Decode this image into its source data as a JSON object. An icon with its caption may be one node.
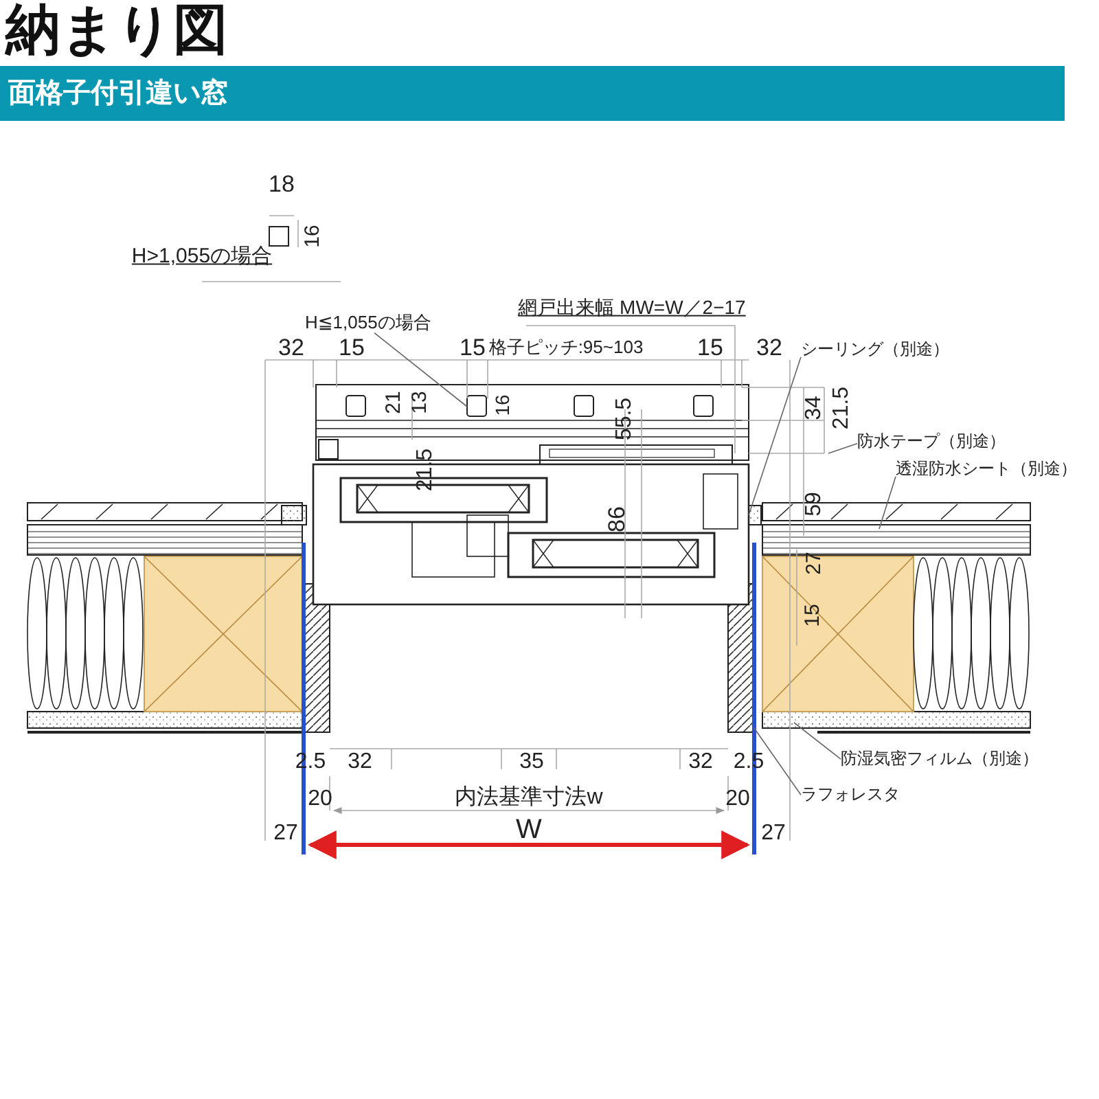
{
  "diagram": {
    "title": "納まり図",
    "nodes": [
      {
        "text": [
          "H≦1,055の場合"
        ]
      },
      {
        "text": [
          "シーリング（別途）"
        ]
      },
      {
        "text": [
          "防水テープ（別途）"
        ]
      },
      {
        "text": [
          "透湿防水シート（別途）"
        ]
      },
      {
        "text": [
          "防湿気密フィルム（別途）"
        ]
      },
      {
        "text": [
          "ラフォレスタ"
        ]
      }
    ],
    "edges": [
      {
        "from": 0,
        "to": null,
        "arrow": "none"
      },
      {
        "from": 1,
        "to": null,
        "arrow": "none"
      },
      {
        "from": 2,
        "to": null,
        "arrow": "none"
      },
      {
        "from": 3,
        "to": null,
        "arrow": "none"
      },
      {
        "from": 4,
        "to": null,
        "arrow": "none"
      },
      {
        "from": 5,
        "to": null,
        "arrow": "none"
      }
    ],
    "labels": [
      "面格子付引違い窓",
      "18",
      "16",
      "H>1,055の場合",
      "網戸出来幅 MW=W／2−17",
      "32",
      "15",
      "15",
      "格子ピッチ:95~103",
      "15",
      "32",
      "21",
      "13",
      "16",
      "55.5",
      "34",
      "21.5",
      "21.5",
      "59",
      "86",
      "27",
      "15",
      "2.5",
      "32",
      "35",
      "32",
      "2.5",
      "20",
      "内法基準寸法w",
      "20",
      "27",
      "W",
      "27"
    ]
  }
}
